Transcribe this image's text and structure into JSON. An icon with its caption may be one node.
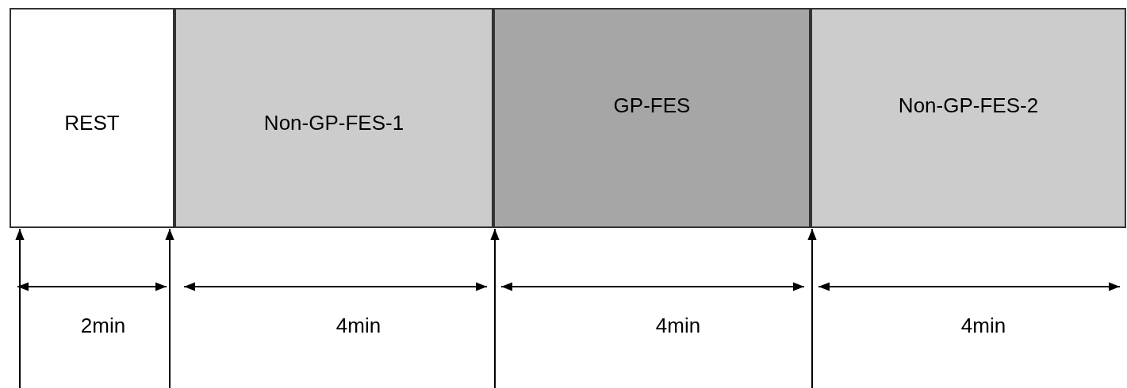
{
  "diagram": {
    "nodes": [
      {
        "text": [
          "REST"
        ]
      },
      {
        "text": [
          "Non-GP-FES-1"
        ]
      },
      {
        "text": [
          "GP-FES"
        ]
      },
      {
        "text": [
          "Non-GP-FES-2"
        ]
      }
    ],
    "edges": [
      {
        "from": null,
        "to": 0,
        "arrow": "to"
      },
      {
        "from": null,
        "to": 1,
        "arrow": "to"
      },
      {
        "from": null,
        "to": 2,
        "arrow": "to"
      },
      {
        "from": null,
        "to": 3,
        "arrow": "to"
      }
    ],
    "labels": [
      "2min",
      "4min",
      "4min",
      "4min"
    ]
  }
}
